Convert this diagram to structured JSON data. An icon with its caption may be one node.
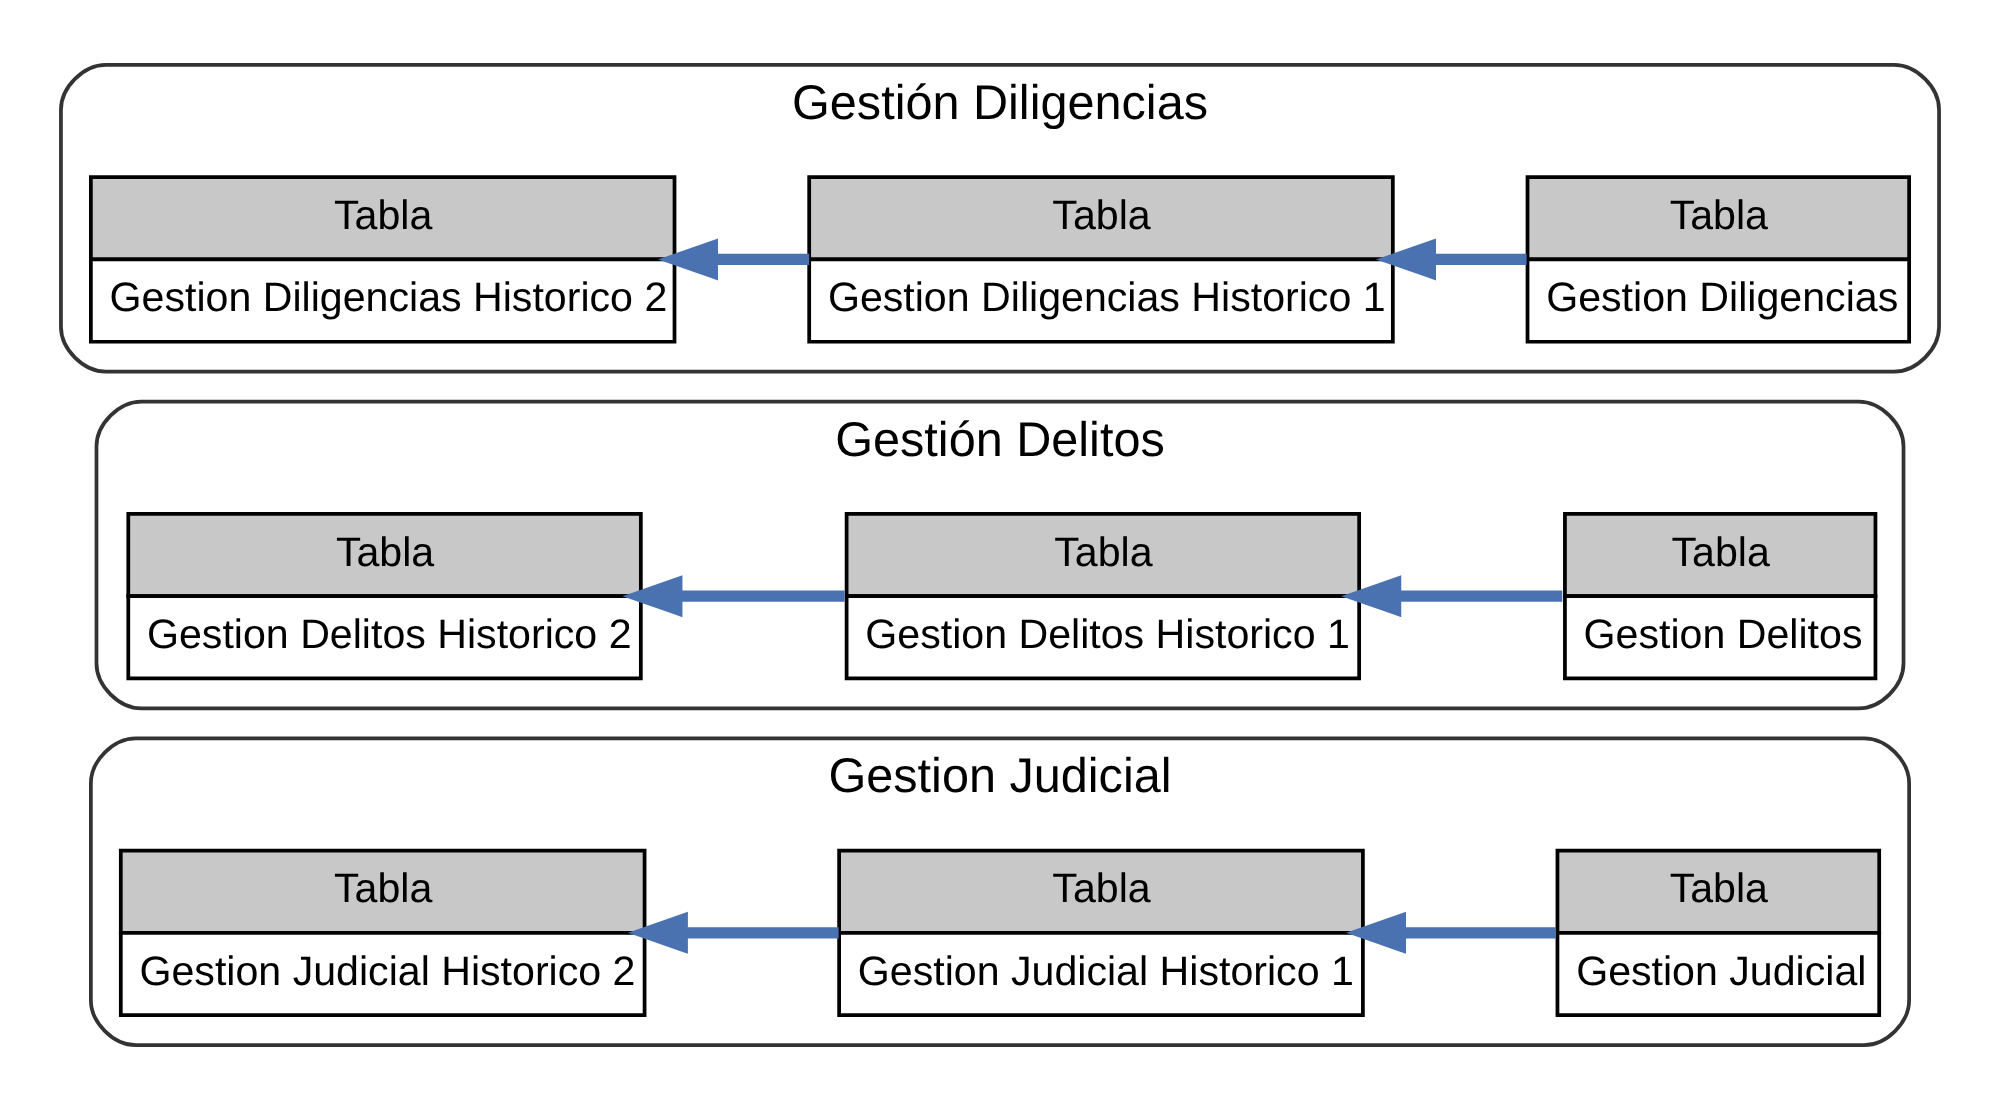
{
  "diagram": {
    "nodes": [
      {
        "text": [
          "Gestion Judicial"
        ]
      },
      {
        "text": [
          "Tabla",
          "Gestion Judicial Historico 2"
        ],
        "in": 0
      },
      {
        "text": [
          "Tabla",
          "Gestion Judicial Historico 1"
        ],
        "in": 0
      },
      {
        "text": [
          "Tabla",
          "Gestion Judicial"
        ],
        "in": 0
      },
      {
        "text": [
          "Gestión Delitos"
        ]
      },
      {
        "text": [
          "Tabla",
          "Gestion Delitos Historico 2"
        ],
        "in": 4
      },
      {
        "text": [
          "Tabla",
          "Gestion Delitos Historico 1"
        ],
        "in": 4
      },
      {
        "text": [
          "Tabla",
          "Gestion Delitos"
        ],
        "in": 4
      },
      {
        "text": [
          "Gestión Diligencias"
        ]
      },
      {
        "text": [
          "Tabla",
          "Gestion Diligencias Historico 2"
        ],
        "in": 8
      },
      {
        "text": [
          "Tabla",
          "Gestion Diligencias Historico 1"
        ],
        "in": 8
      },
      {
        "text": [
          "Tabla",
          "Gestion Diligencias"
        ],
        "in": 8
      }
    ],
    "edges": [
      {
        "from": 3,
        "to": 2,
        "arrow": "to"
      },
      {
        "from": 2,
        "to": 1,
        "arrow": "to"
      },
      {
        "from": 7,
        "to": 6,
        "arrow": "to"
      },
      {
        "from": 6,
        "to": 5,
        "arrow": "to"
      },
      {
        "from": 11,
        "to": 10,
        "arrow": "to"
      },
      {
        "from": 10,
        "to": 9,
        "arrow": "to"
      }
    ]
  }
}
